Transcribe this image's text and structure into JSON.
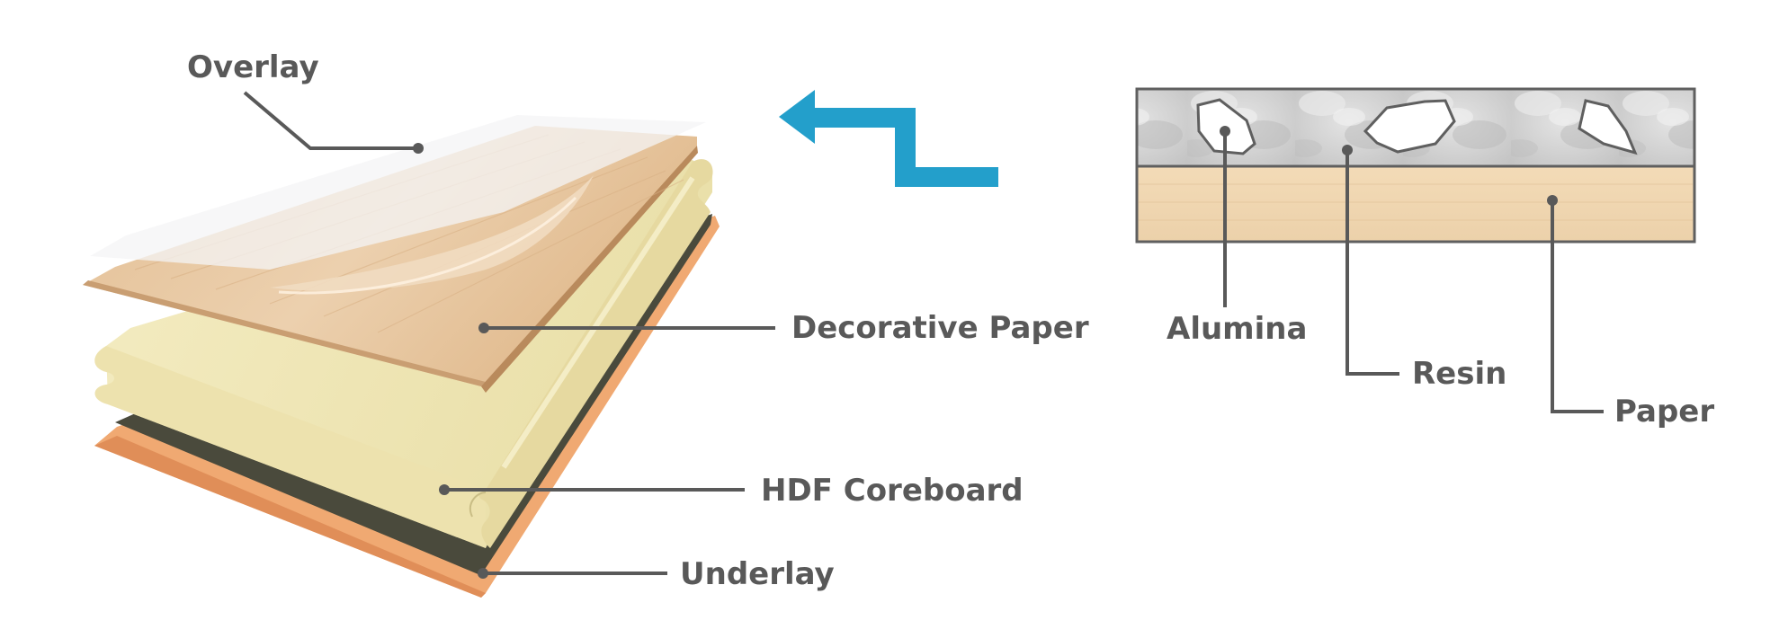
{
  "laminate_layers": {
    "overlay": "Overlay",
    "decorative_paper": "Decorative Paper",
    "hdf_coreboard": "HDF Coreboard",
    "underlay": "Underlay"
  },
  "cross_section": {
    "alumina": "Alumina",
    "resin": "Resin",
    "paper": "Paper"
  },
  "colors": {
    "arrow": "#239fcb",
    "label_text": "#595959",
    "wood": "#e9c9a2",
    "wood_edge": "#b98a5c",
    "core": "#efe6b2",
    "backing": "#4a4a3c",
    "underlay": "#f0a972",
    "resin": "#cfcfcf"
  }
}
